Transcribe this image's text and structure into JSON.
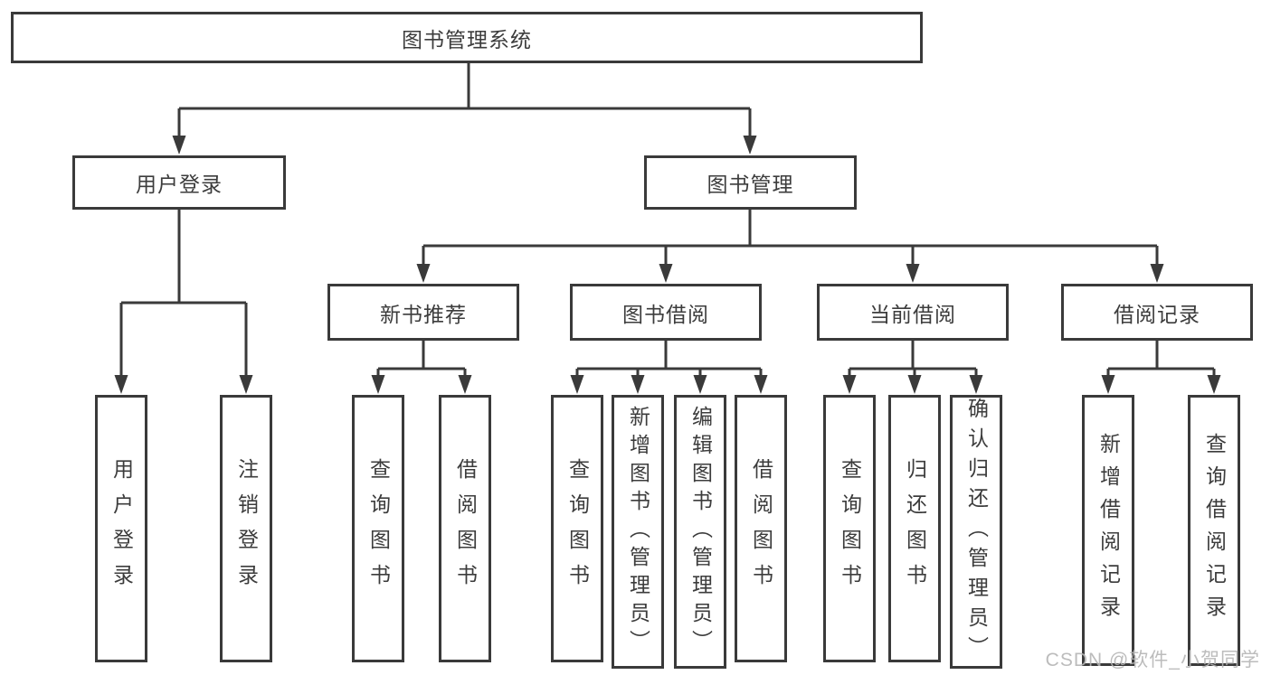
{
  "diagram": {
    "root": {
      "label": "图书管理系统"
    },
    "branches": [
      {
        "label": "用户登录",
        "children": [
          {
            "label": "用户登录"
          },
          {
            "label": "注销登录"
          }
        ]
      },
      {
        "label": "图书管理",
        "children": [
          {
            "label": "新书推荐",
            "children": [
              {
                "label": "查询图书"
              },
              {
                "label": "借阅图书"
              }
            ]
          },
          {
            "label": "图书借阅",
            "children": [
              {
                "label": "查询图书"
              },
              {
                "label": "新增图书（管理员）"
              },
              {
                "label": "编辑图书（管理员）"
              },
              {
                "label": "借阅图书"
              }
            ]
          },
          {
            "label": "当前借阅",
            "children": [
              {
                "label": "查询图书"
              },
              {
                "label": "归还图书"
              },
              {
                "label": "确认归还（管理员）"
              }
            ]
          },
          {
            "label": "借阅记录",
            "children": [
              {
                "label": "新增借阅记录"
              },
              {
                "label": "查询借阅记录"
              }
            ]
          }
        ]
      }
    ],
    "watermark": "CSDN @软件_小贺同学",
    "colors": {
      "line": "#3a3a3a",
      "text": "#3c3c3c",
      "background": "#ffffff",
      "watermark": "#b5b5b5"
    }
  }
}
